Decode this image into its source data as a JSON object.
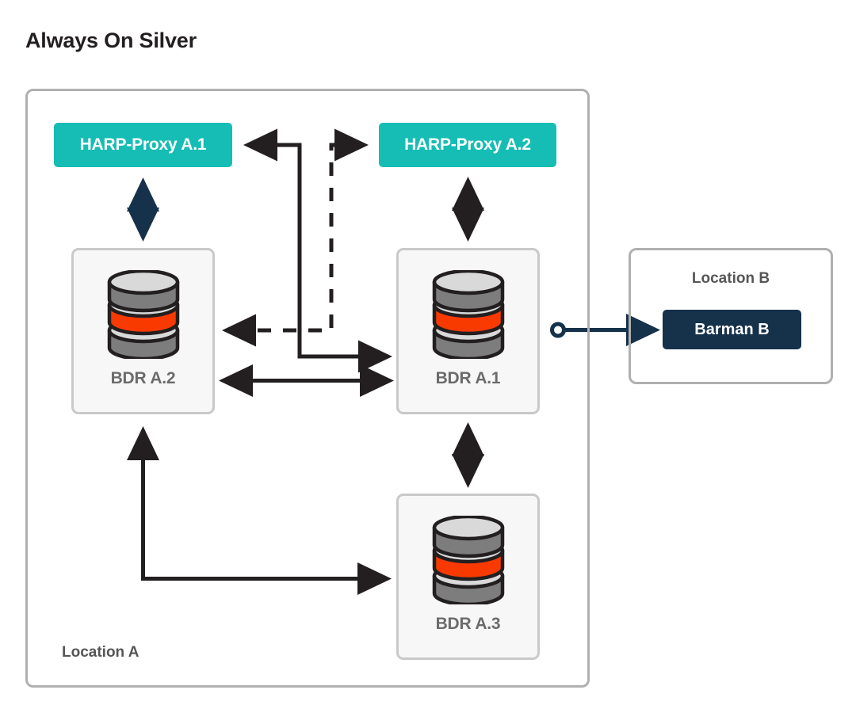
{
  "title": "Always On Silver",
  "colors": {
    "harp_teal": "#16bdb4",
    "barman_navy": "#16314a",
    "node_card_bg": "#f7f7f7",
    "node_card_border": "#c9c9c9",
    "location_border": "#b0b0b0",
    "db_disc_gray": "#7d7d7d",
    "db_disc_top": "#d9d9d9",
    "db_disc_red": "#f93a00",
    "arrow_black": "#231f20",
    "arrow_navy": "#16314a",
    "label_gray": "#6b6b6b"
  },
  "locations": {
    "a": {
      "label": "Location A"
    },
    "b": {
      "label": "Location B"
    }
  },
  "proxies": [
    {
      "id": "harp-a1",
      "label": "HARP-Proxy A.1"
    },
    {
      "id": "harp-a2",
      "label": "HARP-Proxy A.2"
    }
  ],
  "nodes": [
    {
      "id": "bdr-a2",
      "label": "BDR A.2",
      "icon": "database-icon"
    },
    {
      "id": "bdr-a1",
      "label": "BDR A.1",
      "icon": "database-icon"
    },
    {
      "id": "bdr-a3",
      "label": "BDR A.3",
      "icon": "database-icon"
    }
  ],
  "backup": {
    "label": "Barman B"
  },
  "connections": [
    {
      "from": "harp-a1",
      "to": "bdr-a2",
      "style": "solid-navy",
      "arrows": "both-split"
    },
    {
      "from": "harp-a2",
      "to": "bdr-a1",
      "style": "solid-black",
      "arrows": "both"
    },
    {
      "from": "bdr-a1",
      "to": "bdr-a3",
      "style": "solid-black",
      "arrows": "both"
    },
    {
      "from": "bdr-a2",
      "to": "bdr-a1",
      "style": "solid-black",
      "arrows": "both"
    },
    {
      "from": "bdr-a1",
      "to": "harp-a1",
      "style": "solid-black",
      "arrows": "both-ends-routed"
    },
    {
      "from": "bdr-a2",
      "to": "harp-a2",
      "style": "dashed-black",
      "arrows": "both-ends-routed"
    },
    {
      "from": "bdr-a2",
      "to": "bdr-a3",
      "style": "solid-black",
      "arrows": "both-ends-routed"
    },
    {
      "from": "bdr-a1",
      "to": "barman-b",
      "style": "solid-navy",
      "arrows": "circle-to-arrow"
    }
  ]
}
